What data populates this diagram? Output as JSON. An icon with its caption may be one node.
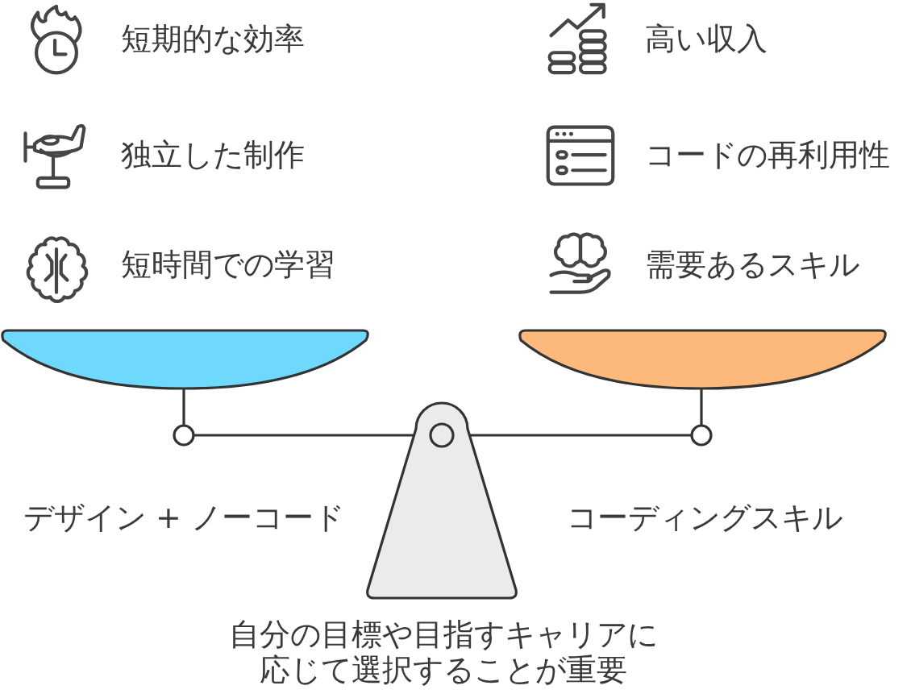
{
  "diagram": {
    "labels": [
      "短期的な効率",
      "高い収入",
      "独立した制作",
      "コードの再利用性",
      "短時間での学習",
      "需要あるスキル",
      "デザイン + ノーコード",
      "コーディングスキル",
      "自分の目標や目指すキャリアに応じて選択することが重要"
    ]
  }
}
